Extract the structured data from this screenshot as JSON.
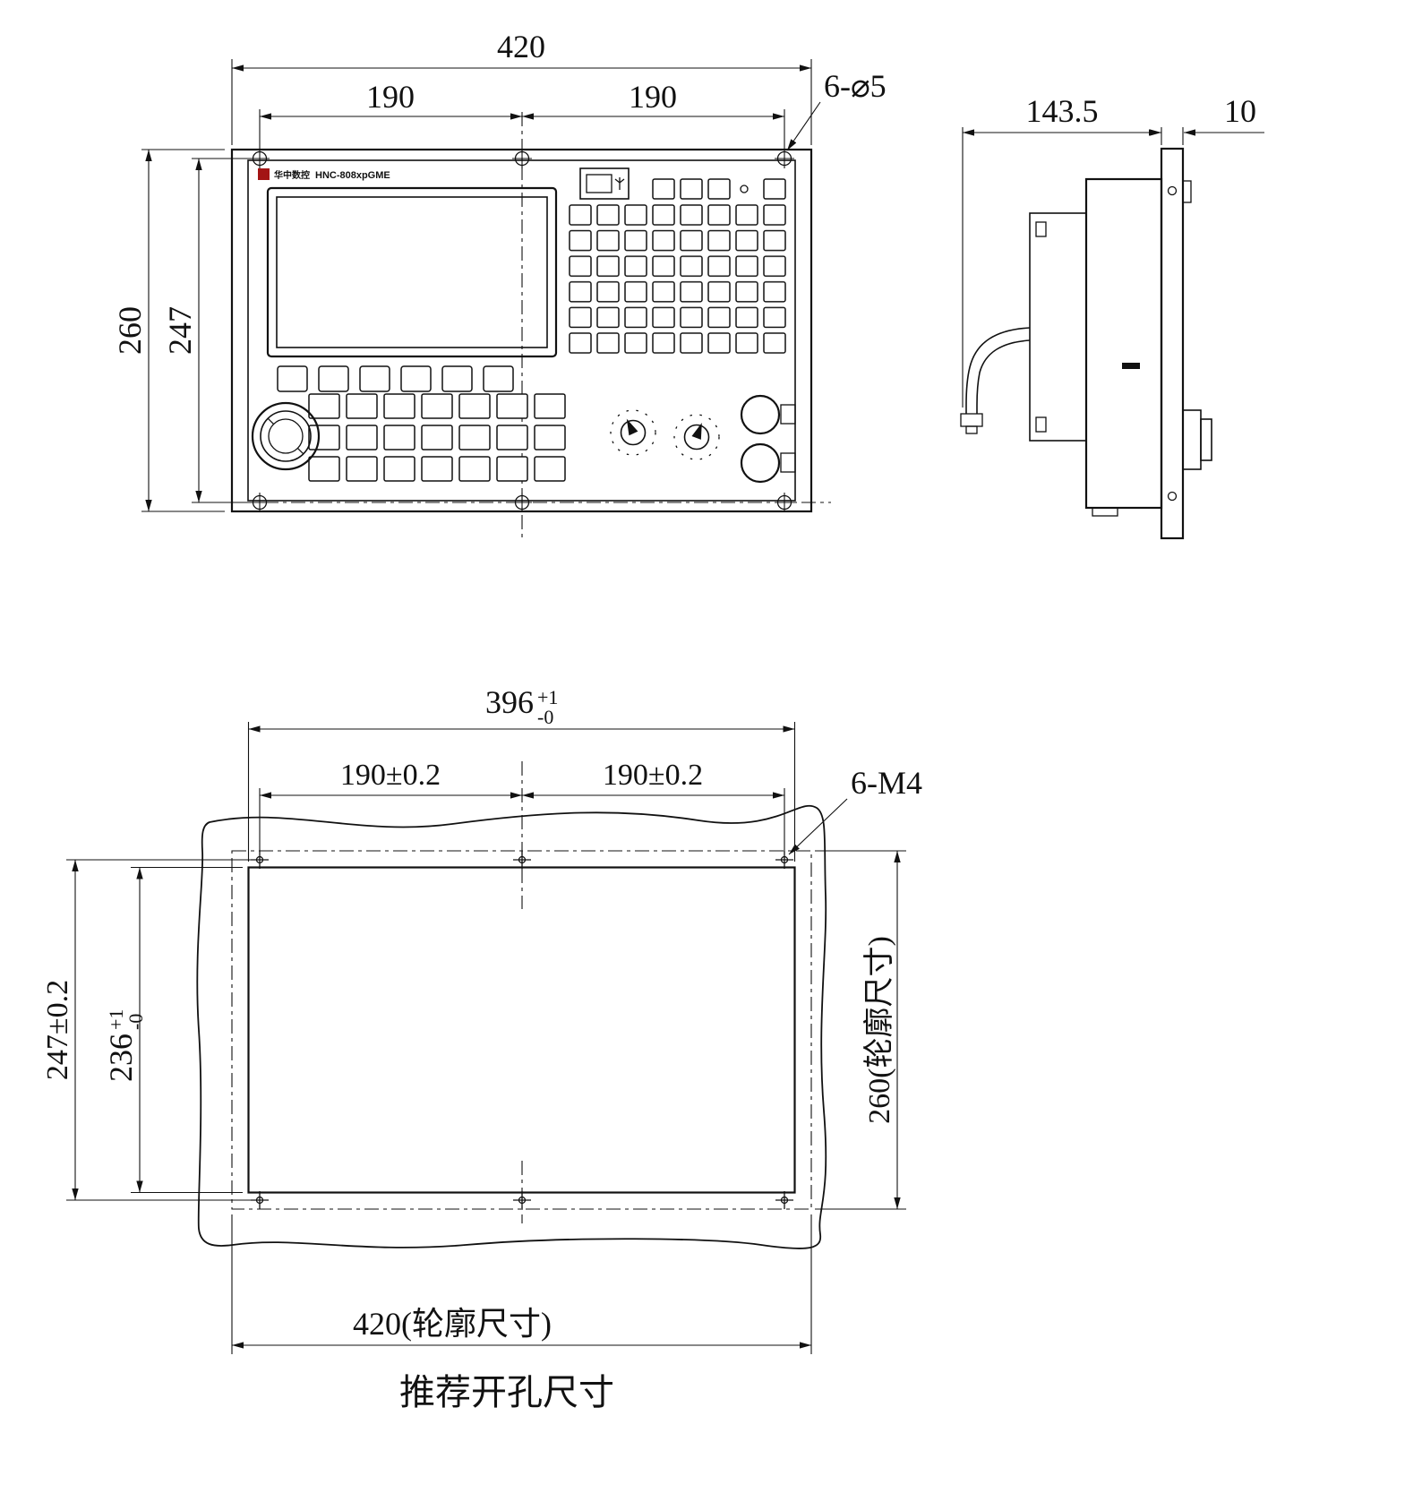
{
  "front_view": {
    "dim_total_width": "420",
    "dim_hole_span_left": "190",
    "dim_hole_span_right": "190",
    "dim_mount_holes": "6-⌀5",
    "dim_total_height": "260",
    "dim_hole_span_height": "247",
    "brand": "华中数控",
    "model": "HNC-808xpGME"
  },
  "side_view": {
    "dim_depth": "143.5",
    "dim_front_thickness": "10"
  },
  "cutout_view": {
    "dim_cutout_width": "396",
    "tol_plus": "+1",
    "tol_minus": "-0",
    "dim_hole_span_left": "190±0.2",
    "dim_hole_span_right": "190±0.2",
    "dim_mount_holes": "6-M4",
    "dim_hole_span_height": "247±0.2",
    "dim_cutout_height": "236",
    "dim_outline_height": "260(轮廓尺寸)",
    "dim_outline_width": "420(轮廓尺寸)",
    "caption": "推荐开孔尺寸"
  }
}
